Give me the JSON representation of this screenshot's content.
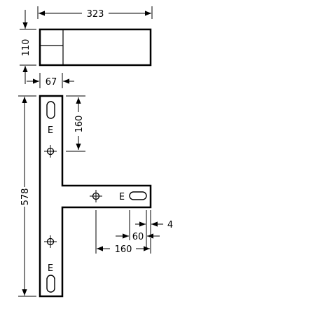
{
  "drawing": {
    "dimensions": {
      "top_view_width": "323",
      "top_view_height": "110",
      "profile_width": "67",
      "vertical_length": "578",
      "hole_spacing_vertical": "160",
      "hole_spacing_horizontal": "160",
      "slot_offset": "60",
      "edge_offset": "4"
    },
    "labels": {
      "earth_top": "E",
      "earth_bottom": "E",
      "earth_arm": "E"
    }
  }
}
